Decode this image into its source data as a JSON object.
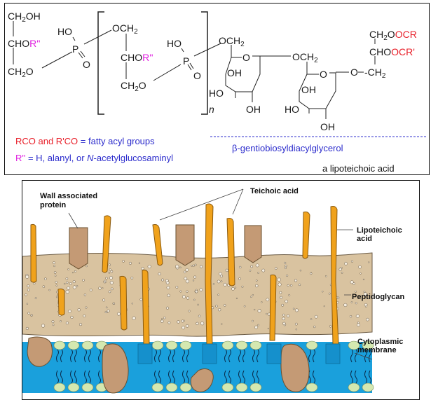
{
  "top_panel": {
    "structure": {
      "glycerol_end": {
        "ch2oh": "CH",
        "ch2oh_sub": "2",
        "ch2oh_tail": "OH",
        "chor": "CHO",
        "chor_r": "R''",
        "ch2o": "CH",
        "ch2o_sub": "2",
        "ch2o_tail": "O"
      },
      "phosphate_1": {
        "ho": "HO",
        "p": "P",
        "o": "O"
      },
      "repeat_unit": {
        "och2": "OCH",
        "och2_sub": "2",
        "chor": "CHO",
        "chor_r": "R''",
        "ch2o": "CH",
        "ch2o_sub": "2",
        "ch2o_tail": "O"
      },
      "phosphate_2": {
        "ho": "HO",
        "p": "P",
        "o": "O"
      },
      "repeat_subscript": "n",
      "sugar_1": {
        "och2": "OCH",
        "och2_sub": "2",
        "ring_o": "O",
        "oh_1": "OH",
        "ho": "HO",
        "oh_2": "OH"
      },
      "sugar_2": {
        "och2": "OCH",
        "och2_sub": "2",
        "ring_o": "O",
        "oh_1": "OH",
        "ho": "HO",
        "oh_2": "OH",
        "link_o": "O"
      },
      "diacylglycerol": {
        "row1_a": "CH",
        "row1_sub": "2",
        "row1_b": "O",
        "row1_red": "OCR",
        "row2_a": "CHO",
        "row2_red": "OCR'",
        "row3_a": "CH",
        "row3_sub": "2"
      }
    },
    "legend": {
      "line1_red": "RCO and R'CO",
      "line1_blue": " = fatty acyl groups",
      "line2_mag": "R''",
      "line2_blue_a": " = H, alanyl, or ",
      "line2_italic": "N",
      "line2_blue_b": "-acetylglucosaminyl"
    },
    "gentiobiosyl_label": "β-gentiobiosyldiacylglycerol",
    "molecule_name": "a lipoteichoic acid"
  },
  "bottom_panel": {
    "labels": {
      "wall_protein_1": "Wall associated",
      "wall_protein_2": "protein",
      "teichoic_acid": "Teichoic acid",
      "lipoteichoic_1": "Lipoteichoic",
      "lipoteichoic_2": "acid",
      "peptidoglycan": "Peptidoglycan",
      "membrane_1": "Cytoplasmic",
      "membrane_2": "membrane"
    },
    "colors": {
      "peptidoglycan": "#d9c3a0",
      "teichoic": "#f0a21c",
      "protein": "#c49a75",
      "membrane": "#1aa0dc",
      "lipid_head": "#d4e8b0"
    }
  },
  "colors": {
    "red": "#e8202a",
    "magenta": "#e020e0",
    "blue": "#2c2ccc"
  }
}
